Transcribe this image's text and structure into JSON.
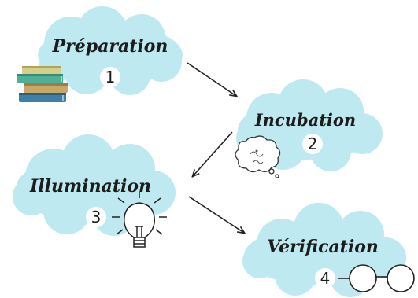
{
  "stages": [
    {
      "label": "Préparation",
      "number": "1",
      "icon": "books-icon",
      "cloud_color": "#bfe9f0"
    },
    {
      "label": "Incubation",
      "number": "2",
      "icon": "thought-bubble-icon",
      "cloud_color": "#bfe9f0"
    },
    {
      "label": "Illumination",
      "number": "3",
      "icon": "lightbulb-icon",
      "cloud_color": "#bfe9f0"
    },
    {
      "label": "Vérification",
      "number": "4",
      "icon": "glasses-icon",
      "cloud_color": "#bfe9f0"
    }
  ],
  "arrows": [
    {
      "from": "1",
      "to": "2"
    },
    {
      "from": "2",
      "to": "3"
    },
    {
      "from": "3",
      "to": "4"
    }
  ]
}
